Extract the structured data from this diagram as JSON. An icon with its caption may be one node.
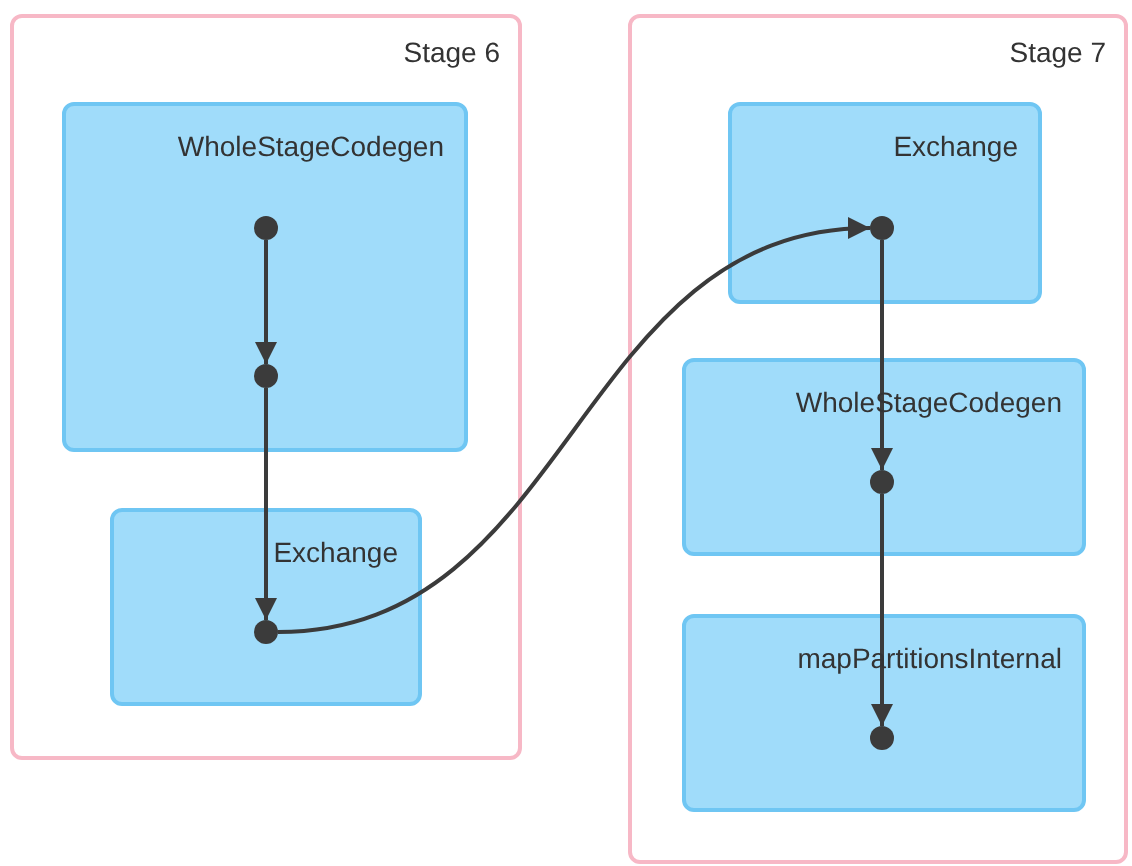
{
  "diagram": {
    "nodes": [
      {
        "text": [
          "Stage 6"
        ]
      },
      {
        "text": [
          "WholeStageCodegen"
        ],
        "in": 0
      },
      {
        "text": [],
        "shape": "circle",
        "in": 1
      },
      {
        "text": [],
        "shape": "circle",
        "in": 1
      },
      {
        "text": [
          "Exchange"
        ],
        "in": 0
      },
      {
        "text": [],
        "shape": "circle",
        "in": 4
      },
      {
        "text": [
          "Stage 7"
        ]
      },
      {
        "text": [
          "Exchange"
        ],
        "in": 6
      },
      {
        "text": [],
        "shape": "circle",
        "in": 7
      },
      {
        "text": [
          "WholeStageCodegen"
        ],
        "in": 6
      },
      {
        "text": [],
        "shape": "circle",
        "in": 9
      },
      {
        "text": [
          "mapPartitionsInternal"
        ],
        "in": 6
      },
      {
        "text": [],
        "shape": "circle",
        "in": 11
      }
    ],
    "edges": [
      {
        "from": 2,
        "to": 3,
        "arrow": "to"
      },
      {
        "from": 3,
        "to": 5,
        "arrow": "to"
      },
      {
        "from": 5,
        "to": 8,
        "arrow": "to"
      },
      {
        "from": 8,
        "to": 10,
        "arrow": "to"
      },
      {
        "from": 10,
        "to": 12,
        "arrow": "to"
      }
    ]
  }
}
